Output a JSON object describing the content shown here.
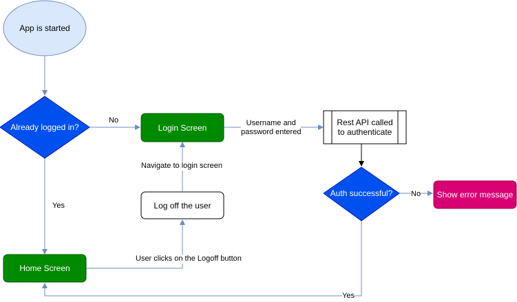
{
  "nodes": {
    "start": {
      "label": "App is started"
    },
    "decision_logged": {
      "label": "Already logged in?"
    },
    "login": {
      "label": "Login Screen"
    },
    "api": {
      "label": "Rest API called\nto authenticate"
    },
    "decision_auth": {
      "label": "Auth successful?"
    },
    "error": {
      "label": "Show error message"
    },
    "logoff": {
      "label": "Log off the user"
    },
    "home": {
      "label": "Home Screen"
    }
  },
  "edges": {
    "no_logged": "No",
    "yes_logged": "Yes",
    "username": "Username and\npassword entered",
    "no_auth": "No",
    "yes_auth": "Yes",
    "navigate": "Navigate to login screen",
    "logoff_click": "User clicks on the Logoff button"
  },
  "colors": {
    "start_fill": "#dae8fc",
    "start_stroke": "#6c8ebf",
    "decision_fill": "#0050ef",
    "decision_stroke": "#001dbc",
    "green_fill": "#008a00",
    "green_stroke": "#005700",
    "error_fill": "#d80073",
    "error_stroke": "#a50040",
    "edge": "#6c8ebf"
  }
}
